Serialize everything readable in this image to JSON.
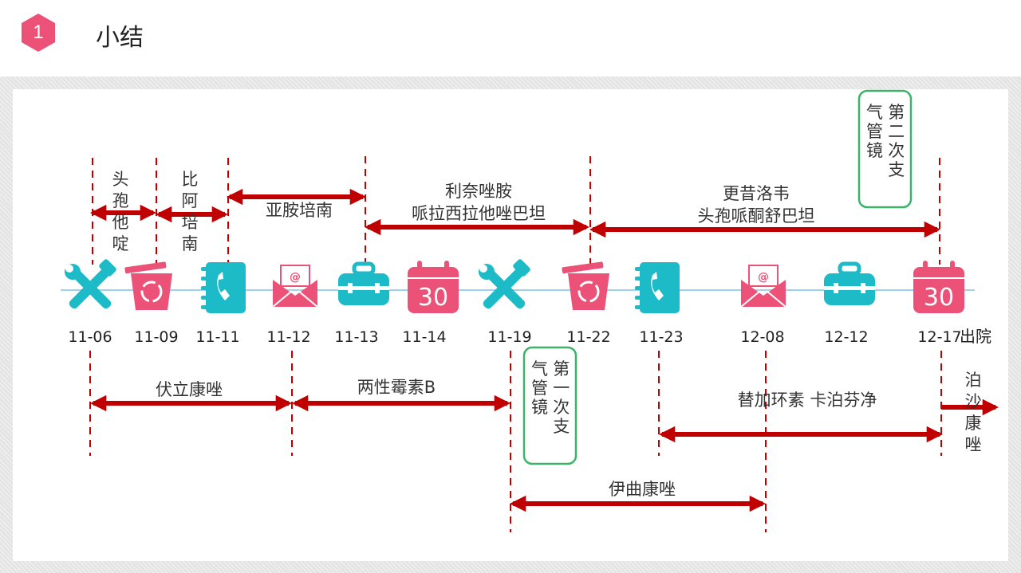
{
  "header": {
    "badge_number": "1",
    "title": "小结"
  },
  "colors": {
    "accent_red": "#c00000",
    "dash_red": "#c00000",
    "pink": "#ec5277",
    "teal": "#1dbac7",
    "timeline_blue": "#9dd1ef",
    "green_border": "#3db36a"
  },
  "timeline": {
    "dates": [
      {
        "label": "11-06",
        "icon": "tools-icon"
      },
      {
        "label": "11-09",
        "icon": "recycle-bin-icon"
      },
      {
        "label": "11-11",
        "icon": "phone-book-icon"
      },
      {
        "label": "11-12",
        "icon": "email-envelope-icon"
      },
      {
        "label": "11-13",
        "icon": "briefcase-icon"
      },
      {
        "label": "11-14",
        "icon": "calendar-30-icon"
      },
      {
        "label": "11-19",
        "icon": "tools-icon"
      },
      {
        "label": "11-22",
        "icon": "recycle-bin-icon"
      },
      {
        "label": "11-23",
        "icon": "phone-book-icon"
      },
      {
        "label": "12-08",
        "icon": "email-envelope-icon"
      },
      {
        "label": "12-12",
        "icon": "briefcase-icon"
      },
      {
        "label": "12-17",
        "icon": "calendar-30-icon"
      }
    ],
    "calendar_number": "30",
    "discharge_label": "出院"
  },
  "top_drugs": [
    {
      "name": "头孢他啶",
      "from": "11-06",
      "to": "11-09"
    },
    {
      "name": "比阿培南",
      "from": "11-09",
      "to": "11-11"
    },
    {
      "name": "亚胺培南",
      "from": "11-11",
      "to": "11-13"
    },
    {
      "name": "利奈唑胺\n哌拉西拉他唑巴坦",
      "from": "11-13",
      "to": "11-22"
    },
    {
      "name": "更昔洛韦\n头孢哌酮舒巴坦",
      "from": "11-22",
      "to": "12-17"
    }
  ],
  "bottom_drugs": [
    {
      "name": "伏立康唑",
      "from": "11-06",
      "to": "11-12"
    },
    {
      "name": "两性霉素B",
      "from": "11-12",
      "to": "11-19"
    },
    {
      "name": "替加环素  卡泊芬净",
      "from": "11-23",
      "to": "12-17"
    },
    {
      "name": "伊曲康唑",
      "from": "11-19",
      "to": "12-08"
    },
    {
      "name": "泊沙康唑",
      "from": "12-17",
      "to": "after discharge"
    }
  ],
  "procedures": [
    {
      "label": "第一次支气管镜",
      "date": "11-19"
    },
    {
      "label": "第二次支气管镜",
      "date": "12-17"
    }
  ]
}
